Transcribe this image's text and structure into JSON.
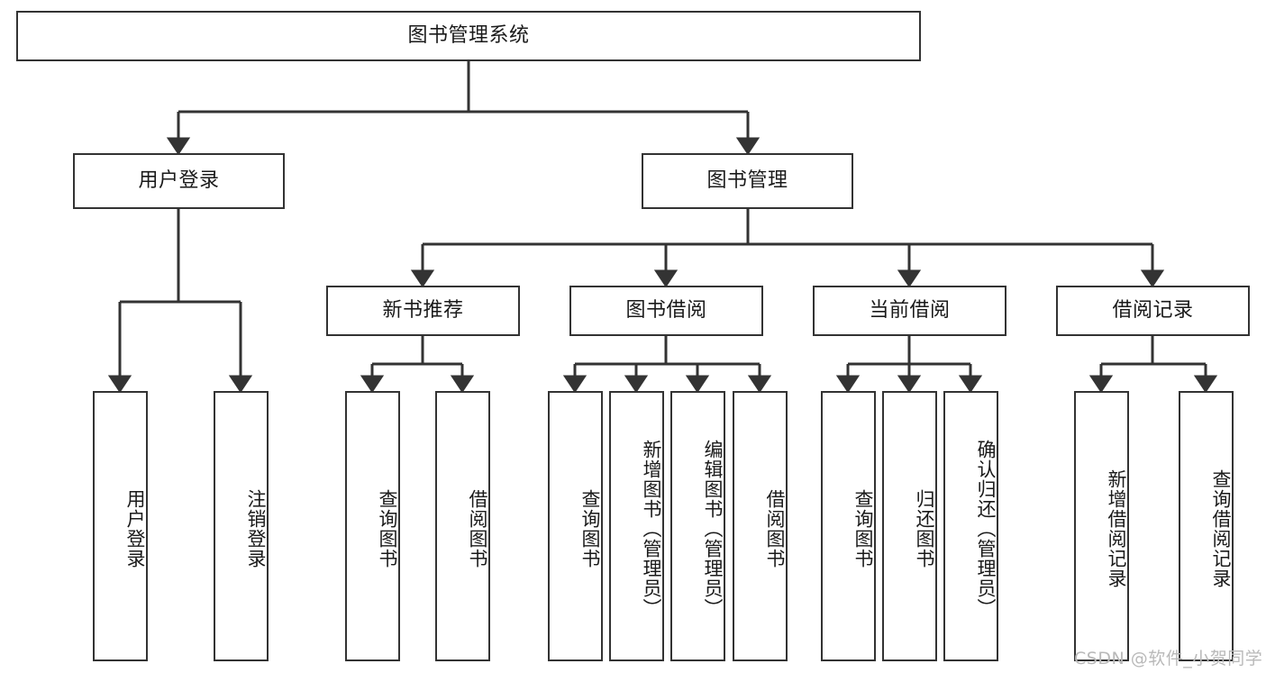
{
  "diagram": {
    "title": "图书管理系统",
    "watermark": "CSDN @软件_小贺同学",
    "colors": {
      "box_border": "#333333",
      "box_fill": "#ffffff",
      "connector": "#333333",
      "text": "#1a1a1a",
      "watermark": "#b9b9b9"
    },
    "levels": {
      "root": {
        "label": "图书管理系统"
      },
      "level2": [
        {
          "label": "用户登录"
        },
        {
          "label": "图书管理"
        }
      ],
      "level3": [
        {
          "label": "新书推荐"
        },
        {
          "label": "图书借阅"
        },
        {
          "label": "当前借阅"
        },
        {
          "label": "借阅记录"
        }
      ],
      "leaves": {
        "user_login": [
          {
            "label": "用户登录"
          },
          {
            "label": "注销登录"
          }
        ],
        "new_book_recommend": [
          {
            "label": "查询图书"
          },
          {
            "label": "借阅图书"
          }
        ],
        "book_borrow": [
          {
            "label": "查询图书"
          },
          {
            "label": "新增图书（管理员）"
          },
          {
            "label": "编辑图书（管理员）"
          },
          {
            "label": "借阅图书"
          }
        ],
        "current_borrow": [
          {
            "label": "查询图书"
          },
          {
            "label": "归还图书"
          },
          {
            "label": "确认归还（管理员）"
          }
        ],
        "borrow_records": [
          {
            "label": "新增借阅记录"
          },
          {
            "label": "查询借阅记录"
          }
        ]
      }
    }
  }
}
